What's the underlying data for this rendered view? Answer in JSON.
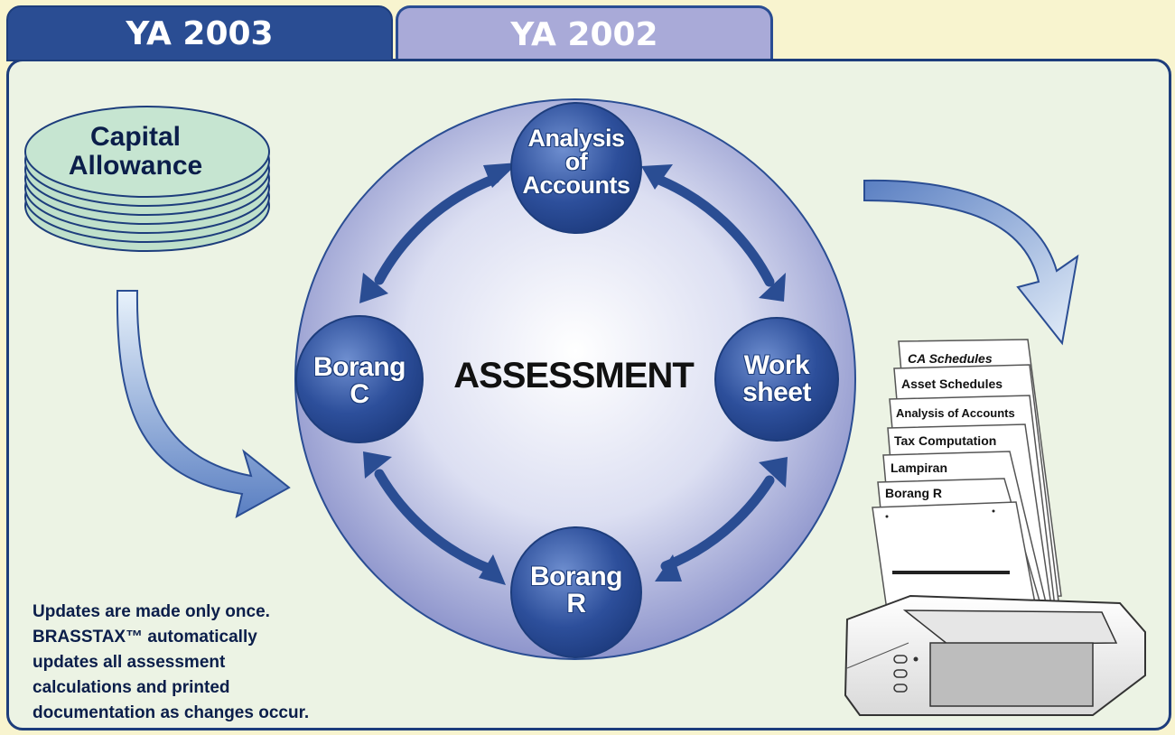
{
  "tabs": [
    {
      "label": "YA 2003",
      "active": true
    },
    {
      "label": "YA 2002",
      "active": false
    }
  ],
  "disk": {
    "line1": "Capital",
    "line2": "Allowance"
  },
  "center_label": "ASSESSMENT",
  "nodes": {
    "top": [
      "Analysis",
      "of",
      "Accounts"
    ],
    "right": [
      "Work",
      "sheet"
    ],
    "bottom": [
      "Borang",
      "R"
    ],
    "left": [
      "Borang",
      "C"
    ]
  },
  "printed_pages": [
    "CA Schedules",
    "Asset Schedules",
    "Analysis of Accounts",
    "Tax Computation",
    "Lampiran",
    "Borang R"
  ],
  "note_lines": [
    "Updates are made only once.",
    "BRASSTAX™ automatically",
    "updates all assessment",
    "calculations and printed",
    "documentation as changes occur."
  ],
  "colors": {
    "navy": "#2a4d93",
    "tab_inactive": "#a9aad8",
    "panel": "#ecf3e4",
    "disk": "#bfe0cb",
    "background": "#f8f4cf"
  }
}
